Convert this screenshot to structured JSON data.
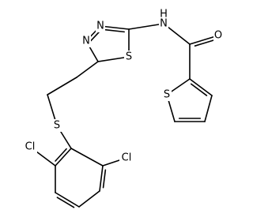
{
  "diagram_type": "skeletal structural formula",
  "line_color": "#000000",
  "background_color": "#ffffff",
  "atoms": {
    "n_ring_upper": "N",
    "n_ring_left": "N",
    "s_ring_thiadiazole": "S",
    "nh_amide": "H",
    "nh_amide_n": "N",
    "o_carbonyl": "O",
    "s_thiophene": "S",
    "s_thioether": "S",
    "cl_upper": "Cl",
    "cl_right": "Cl"
  }
}
